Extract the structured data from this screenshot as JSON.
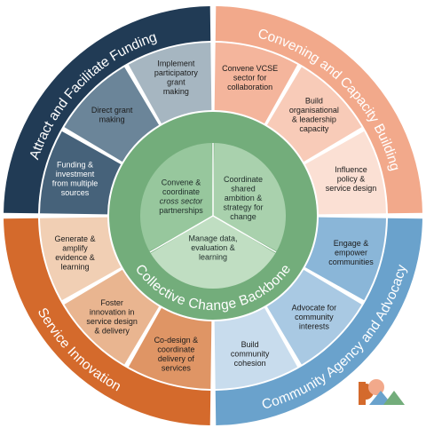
{
  "quadrants": [
    {
      "id": "funding",
      "title": "Attract and Facilitate Funding",
      "color": "#213b55",
      "segments": [
        {
          "lines": [
            "Funding &",
            "investment",
            "from multiple",
            "sources"
          ],
          "fill": "#46627a",
          "text": "#ffffff"
        },
        {
          "lines": [
            "Direct grant",
            "making"
          ],
          "fill": "#6b8599",
          "text": "#1b1b1b"
        },
        {
          "lines": [
            "Implement",
            "participatory",
            "grant",
            "making"
          ],
          "fill": "#a6b6c1",
          "text": "#1b1b1b"
        }
      ]
    },
    {
      "id": "convening",
      "title": "Convening and Capacity Building",
      "color": "#f2a98b",
      "segments": [
        {
          "lines": [
            "Convene VCSE",
            "sector for",
            "collaboration"
          ],
          "fill": "#f4b59c",
          "text": "#1b1b1b"
        },
        {
          "lines": [
            "Build",
            "organisational",
            "& leadership",
            "capacity"
          ],
          "fill": "#f8cbb8",
          "text": "#1b1b1b"
        },
        {
          "lines": [
            "Influence",
            "policy &",
            "service design"
          ],
          "fill": "#fbe0d4",
          "text": "#1b1b1b"
        }
      ]
    },
    {
      "id": "community",
      "title": "Community Agency and Advocacy",
      "color": "#6aa2cc",
      "segments": [
        {
          "lines": [
            "Engage &",
            "empower",
            "communities"
          ],
          "fill": "#8ab6d8",
          "text": "#1b1b1b"
        },
        {
          "lines": [
            "Advocate for",
            "community",
            "interests"
          ],
          "fill": "#a9c9e3",
          "text": "#1b1b1b"
        },
        {
          "lines": [
            "Build",
            "community",
            "cohesion"
          ],
          "fill": "#c8dced",
          "text": "#1b1b1b"
        }
      ]
    },
    {
      "id": "service",
      "title": "Service Innovation",
      "color": "#d46a2c",
      "segments": [
        {
          "lines": [
            "Co-design &",
            "coordinate",
            "delivery of",
            "services"
          ],
          "fill": "#df9565",
          "text": "#1b1b1b"
        },
        {
          "lines": [
            "Foster",
            "innovation in",
            "service design",
            "& delivery"
          ],
          "fill": "#e9b590",
          "text": "#1b1b1b"
        },
        {
          "lines": [
            "Generate &",
            "amplify",
            "evidence &",
            "learning"
          ],
          "fill": "#f1cfb4",
          "text": "#1b1b1b"
        }
      ]
    }
  ],
  "backbone": {
    "label": "Collective Change Backbone",
    "ring_color": "#73ad7b",
    "core": [
      {
        "lines": [
          "Convene &",
          "coordinate",
          "cross sector",
          "partnerships"
        ],
        "italic_line": 2,
        "fill": "#97c79d"
      },
      {
        "lines": [
          "Coordinate",
          "shared",
          "ambition &",
          "strategy for",
          "change"
        ],
        "fill": "#a9d1ad"
      },
      {
        "lines": [
          "Manage data,",
          "evaluation &",
          "learning"
        ],
        "fill": "#c0dec2"
      }
    ]
  },
  "logo": {
    "colors": [
      "#d46a2c",
      "#f2a98b",
      "#6aa2cc",
      "#213b55",
      "#73ad7b"
    ]
  }
}
